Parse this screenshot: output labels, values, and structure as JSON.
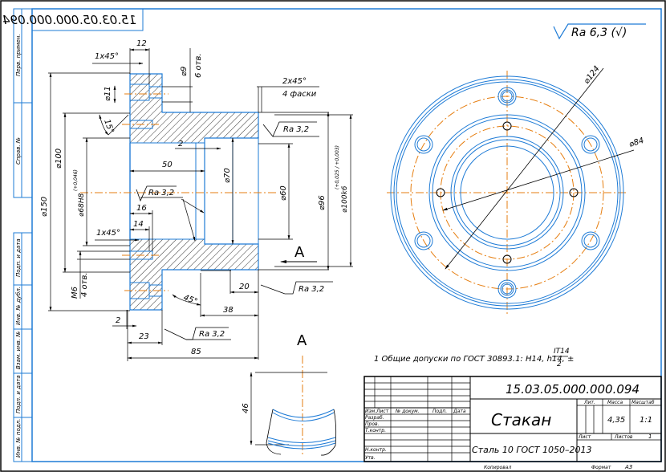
{
  "sheet": {
    "stamp_rotated": "15.03.05.000.000.094",
    "global_roughness": "Ra 6,3 (√)",
    "colors": {
      "outline": "#1e7bd6",
      "centerline": "#e67e10",
      "line": "#000000"
    }
  },
  "left_margin": {
    "top_boxes": [
      "Перв. примен.",
      "Справ. №"
    ],
    "bottom_boxes": [
      "Подп. и дата",
      "Инв. № дубл.",
      "Взам. инв. №",
      "Подп. и дата",
      "Инв. № подл."
    ]
  },
  "section_view": {
    "dims": {
      "d12": "12",
      "chamfer1": "1x45°",
      "d11": "⌀11",
      "d9": "⌀9",
      "holes6": "6 отв.",
      "angle15": "15°",
      "d100": "⌀100",
      "d150": "⌀150",
      "d68": "⌀68H8",
      "d68tol": "(+0,046)",
      "two": "2",
      "fifty": "50",
      "d70": "⌀70",
      "d60": "⌀60",
      "d96": "⌀96",
      "d100k6": "⌀100k6",
      "d100k6tol": "(+0,025 / +0,003)",
      "chamfer2": "2x45°",
      "chamfer2note": "4 фаски",
      "ra_top": "Ra 3,2",
      "ra_inner": "Ra 3,2",
      "sixteen": "16",
      "fourteen": "14",
      "chamfer3": "1x45°",
      "m6": "M6",
      "holes4": "4 отв.",
      "angle45": "45°",
      "twenty": "20",
      "ra_right": "Ra 3,2",
      "thirtyeight": "38",
      "two_b": "2",
      "twentythree": "23",
      "ra_bottom": "Ra 3,2",
      "eightyfive": "85",
      "view_marker": "A"
    }
  },
  "front_view": {
    "d124": "⌀124",
    "d84": "⌀84"
  },
  "detail_view": {
    "title": "A",
    "dim46": "46"
  },
  "notes": {
    "note1": "1 Общие допуски по ГОСТ 30893.1: H14, h14, ±",
    "frac_num": "IT14",
    "frac_den": "2"
  },
  "title_block": {
    "designation": "15.03.05.000.000.094",
    "part_name": "Стакан",
    "material": "Сталь 10 ГОСТ 1050–2013",
    "col_headers": [
      "Изм.",
      "Лист",
      "№ докум.",
      "Подп.",
      "Дата"
    ],
    "roles": [
      "Разраб.",
      "Пров.",
      "Т.контр.",
      "",
      "Н.контр.",
      "Утв."
    ],
    "lit_label": "Лит.",
    "mass_label": "Масса",
    "scale_label": "Масштаб",
    "mass": "4,35",
    "scale": "1:1",
    "sheet_label": "Лист",
    "sheets_label": "Листов",
    "sheets": "1",
    "copied": "Копировал",
    "format_label": "Формат",
    "format": "A3"
  }
}
